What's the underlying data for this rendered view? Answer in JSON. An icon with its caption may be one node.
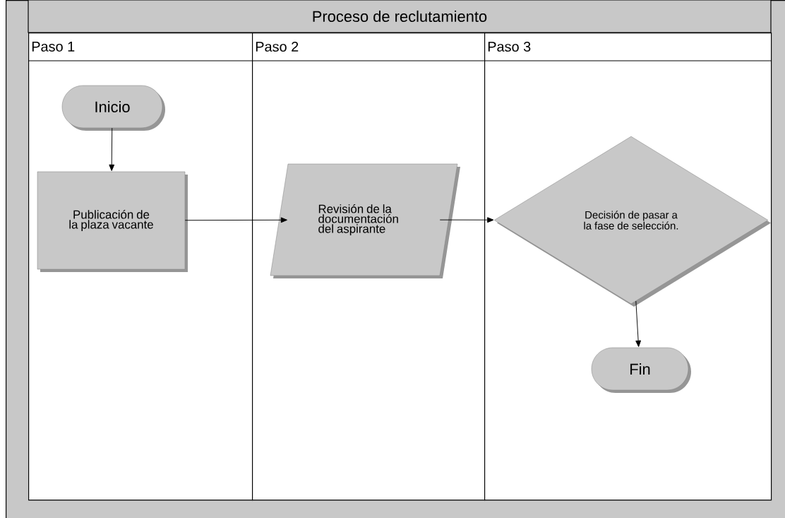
{
  "diagram": {
    "nodes": [
      {
        "text": [
          "Proceso de reclutamiento"
        ]
      },
      {
        "text": [
          "Paso 1"
        ],
        "in": 0
      },
      {
        "text": [
          "Paso 2"
        ],
        "in": 0
      },
      {
        "text": [
          "Paso 3"
        ],
        "in": 0
      },
      {
        "text": [
          "Inicio"
        ],
        "in": 1
      },
      {
        "text": [
          "Publicación de la plaza vacante"
        ],
        "in": 1
      },
      {
        "text": [
          "Revisión de la documentación del aspirante"
        ],
        "in": 2
      },
      {
        "text": [
          "Decisión de pasar a la fase de selección."
        ],
        "in": 3
      },
      {
        "text": [
          "Fin"
        ],
        "in": 3
      }
    ],
    "edges": [
      {
        "from": 4,
        "to": 5,
        "arrow": "to"
      },
      {
        "from": 5,
        "to": 6,
        "arrow": "to"
      },
      {
        "from": 6,
        "to": 7,
        "arrow": "to"
      },
      {
        "from": 7,
        "to": 8,
        "arrow": "to"
      }
    ]
  }
}
